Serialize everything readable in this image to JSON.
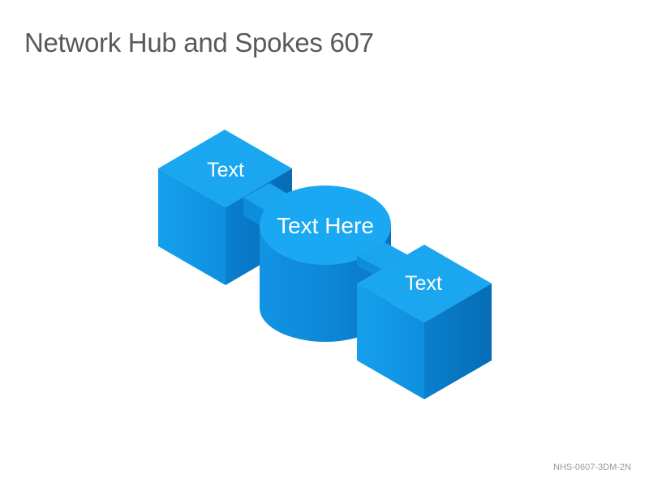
{
  "slide": {
    "title": "Network Hub and Spokes 607",
    "code": "NHS-0607-3DM-2N"
  },
  "diagram": {
    "hub": {
      "label": "Text Here"
    },
    "spokes": [
      {
        "label": "Text"
      },
      {
        "label": "Text"
      }
    ],
    "colors": {
      "top": "#1aa7f0",
      "left": "#0f8fdd",
      "right": "#0874bf",
      "cylinder_side": "#0d8fe0",
      "cylinder_top": "#1aa8f2"
    }
  }
}
